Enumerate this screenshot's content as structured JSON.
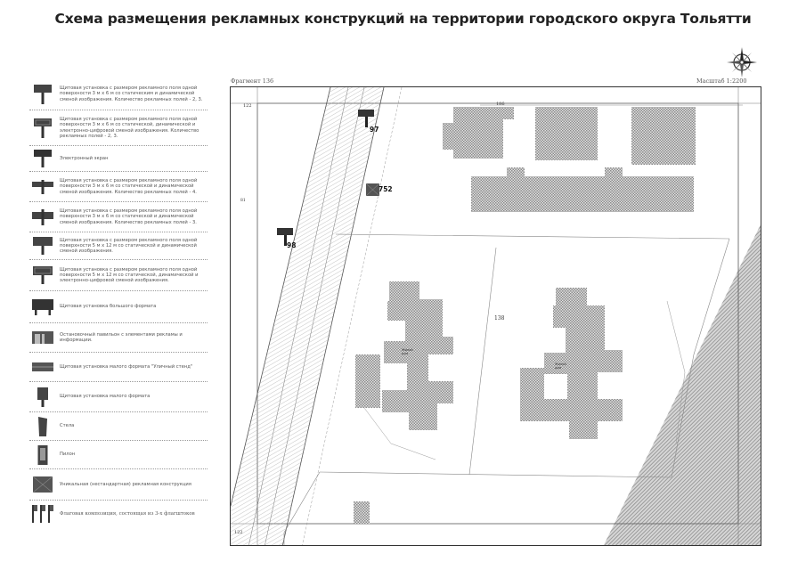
{
  "title": "Схема размещения рекламных конструкций на территории городского округа Тольятти",
  "map": {
    "fragment_label": "Фрагмент 136",
    "scale_label": "Масштаб 1:2200",
    "block_numbers": [
      "138",
      "186"
    ],
    "corner_numbers": [
      "122",
      "122"
    ],
    "side_number": "81",
    "structures": [
      {
        "id": "97"
      },
      {
        "id": "752"
      },
      {
        "id": "98"
      }
    ]
  },
  "legend": {
    "items": [
      {
        "icon": "billboard-small-icon",
        "text": "Щитовая установка с размером рекламного поля одной поверхности 3 м х 6 м со статическим и динамической сменой изображения. Количество рекламных полей - 2, 3."
      },
      {
        "icon": "billboard-digital-icon",
        "text": "Щитовая установка с размером рекламного поля одной поверхности 3 м х 6 м со статической, динамической и электронно-цифровой сменой изображения. Количество рекламных полей - 2, 3."
      },
      {
        "icon": "electronic-screen-icon",
        "text": "Электронный экран"
      },
      {
        "icon": "billboard-4-sided-icon",
        "text": "Щитовая установка с размером рекламного поля одной поверхности 3 м х 6 м со статической и динамической сменой изображения. Количество рекламных полей - 4."
      },
      {
        "icon": "billboard-3-sided-icon",
        "text": "Щитовая установка с размером рекламного поля одной поверхности 3 м х 6 м со статической и динамической сменой изображения. Количество рекламных полей - 3."
      },
      {
        "icon": "billboard-large-icon",
        "text": "Щитовая установка с размером рекламного поля одной поверхности 5 м х 12 м со статической и динамической сменой изображения."
      },
      {
        "icon": "billboard-large-digital-icon",
        "text": "Щитовая установка с размером рекламного поля одной поверхности 5 м х 12 м со статической, динамической и электронно-цифровой сменой изображения."
      },
      {
        "icon": "large-format-icon",
        "text": "Щитовая установка большого формата"
      },
      {
        "icon": "bus-stop-pavilion-icon",
        "text": "Остановочный павильон с элементами рекламы и информации."
      },
      {
        "icon": "street-stand-icon",
        "text": "Щитовая установка малого формата \"Уличный стенд\""
      },
      {
        "icon": "small-format-icon",
        "text": "Щитовая установка малого формата"
      },
      {
        "icon": "stele-icon",
        "text": "Стела"
      },
      {
        "icon": "pylon-icon",
        "text": "Пилон"
      },
      {
        "icon": "unique-structure-icon",
        "text": "Уникальная (нестандартная) рекламная конструкция"
      },
      {
        "icon": "flag-composition-icon",
        "text": "Флаговая композиция, состоящая из 3-х флагштоков"
      }
    ]
  }
}
